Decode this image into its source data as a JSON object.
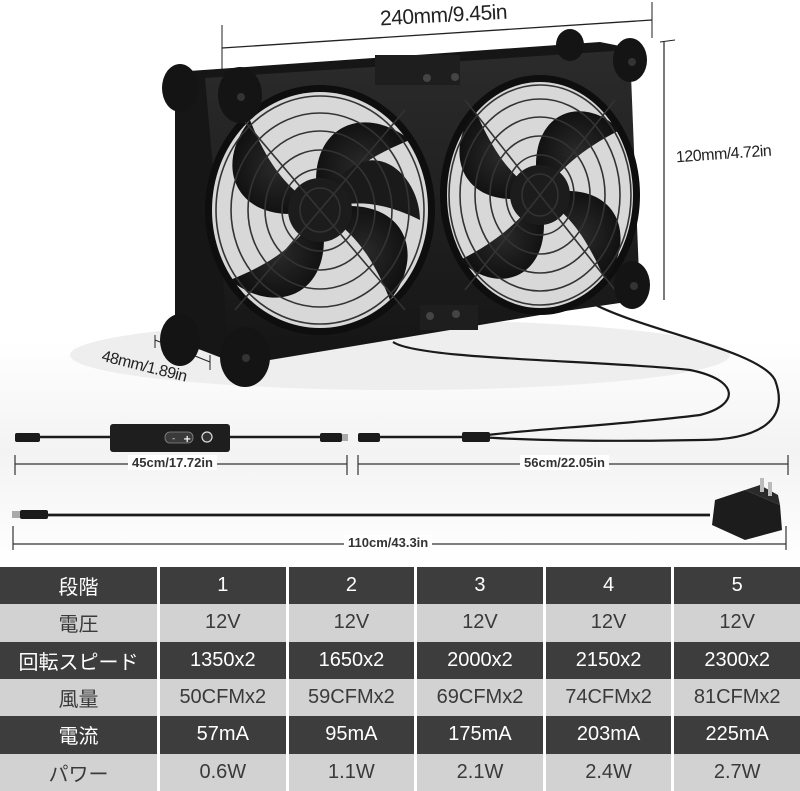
{
  "product": {
    "dimensions": {
      "width": "240mm/9.45in",
      "height": "120mm/4.72in",
      "depth": "48mm/1.89in"
    },
    "cables": {
      "controller_cable": "45cm/17.72in",
      "splitter_cable": "56cm/22.05in",
      "adapter_cable": "110cm/43.3in"
    },
    "controller": {
      "minus_icon": "−",
      "plus_icon": "+",
      "power_icon": "⏻"
    },
    "colors": {
      "dark_row": "#3d3d3d",
      "light_row": "#d2d2d2",
      "fan_body": "#1a1a1a"
    }
  },
  "spec_table": {
    "header": {
      "label": "段階",
      "values": [
        "1",
        "2",
        "3",
        "4",
        "5"
      ]
    },
    "rows": [
      {
        "label": "電圧",
        "values": [
          "12V",
          "12V",
          "12V",
          "12V",
          "12V"
        ]
      },
      {
        "label": "回転スピード",
        "values": [
          "1350x2",
          "1650x2",
          "2000x2",
          "2150x2",
          "2300x2"
        ]
      },
      {
        "label": "風量",
        "values": [
          "50CFMx2",
          "59CFMx2",
          "69CFMx2",
          "74CFMx2",
          "81CFMx2"
        ]
      },
      {
        "label": "電流",
        "values": [
          "57mA",
          "95mA",
          "175mA",
          "203mA",
          "225mA"
        ]
      },
      {
        "label": "パワー",
        "values": [
          "0.6W",
          "1.1W",
          "2.1W",
          "2.4W",
          "2.7W"
        ]
      }
    ]
  }
}
